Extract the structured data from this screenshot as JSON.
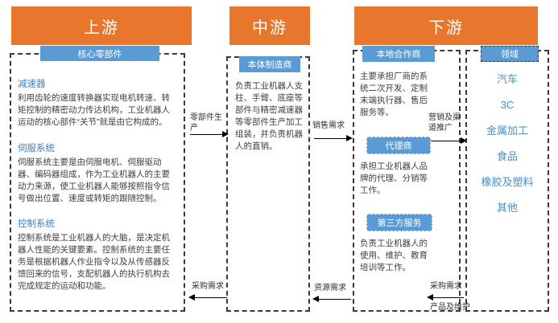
{
  "banners": {
    "upstream": "上游",
    "midstream": "中游",
    "downstream": "下游"
  },
  "chips": {
    "core_parts": "核心零部件",
    "body_manufacturer": "本体制造商",
    "local_partner": "本地合作商",
    "agent": "代理商",
    "third_party": "第三方服务",
    "field": "领域"
  },
  "upstream": {
    "blocks": [
      {
        "title": "减速器",
        "body": "利用齿轮的速度转换器实现电机转速、转矩控制的精密动力传达机构，工业机器人运动的核心部件“关节”就是由它构成的。"
      },
      {
        "title": "伺服系统",
        "body": "伺服系统主要是由伺服电机、伺服驱动器、编码器组成，作为工业机器人的主要动力来源，使工业机器人能够按照指令信号做出位置、速度或转矩的跟随控制。"
      },
      {
        "title": "控制系统",
        "body": "控制系统是工业机器人的大脑，是决定机器人性能的关键要素。控制系统的主要任务是根据机器人作业指令以及从传感器反馈回来的信号，支配机器人的执行机构去完成规定的运动和功能。"
      }
    ]
  },
  "midstream": {
    "description": "负责工业机器人支柱、手臂、底座等部件与精密减速器等零部件生产加工组装，并负责机器人的直销。"
  },
  "downstream": {
    "local_partner_desc": "主要承担厂商的系统二次开发、定制末端执行器、售后服务等。",
    "agent_desc": "承担工业机器人品牌的代理、分销等工作。",
    "third_party_desc": "负责工业机器人的使用、维护、教育培训等工作。"
  },
  "fields": {
    "items": [
      "汽车",
      "3C",
      "金属加工",
      "食品",
      "橡胶及塑料",
      "其他"
    ]
  },
  "arrows": [
    {
      "id": "parts-production",
      "label": "零部件生产",
      "direction": "right"
    },
    {
      "id": "procurement-demand-up",
      "label": "采购需求",
      "direction": "left"
    },
    {
      "id": "sales-demand",
      "label": "销售需求",
      "direction": "right"
    },
    {
      "id": "resource-demand",
      "label": "资源需求",
      "direction": "left"
    },
    {
      "id": "marketing-channel",
      "label": "营销及渠道推广",
      "direction": "right"
    },
    {
      "id": "procurement-demand-down",
      "label": "采购需求",
      "direction": "left"
    },
    {
      "id": "products-maintenance",
      "label": "产品及维护",
      "direction": "left"
    }
  ],
  "colors": {
    "banner_orange": "#E8762C",
    "chip_blue": "#5B9BD5",
    "title_blue": "#3f7fbf",
    "field_blue": "#4a90c4",
    "body_text": "#404040",
    "dashed_border": "#3a3a3a"
  }
}
